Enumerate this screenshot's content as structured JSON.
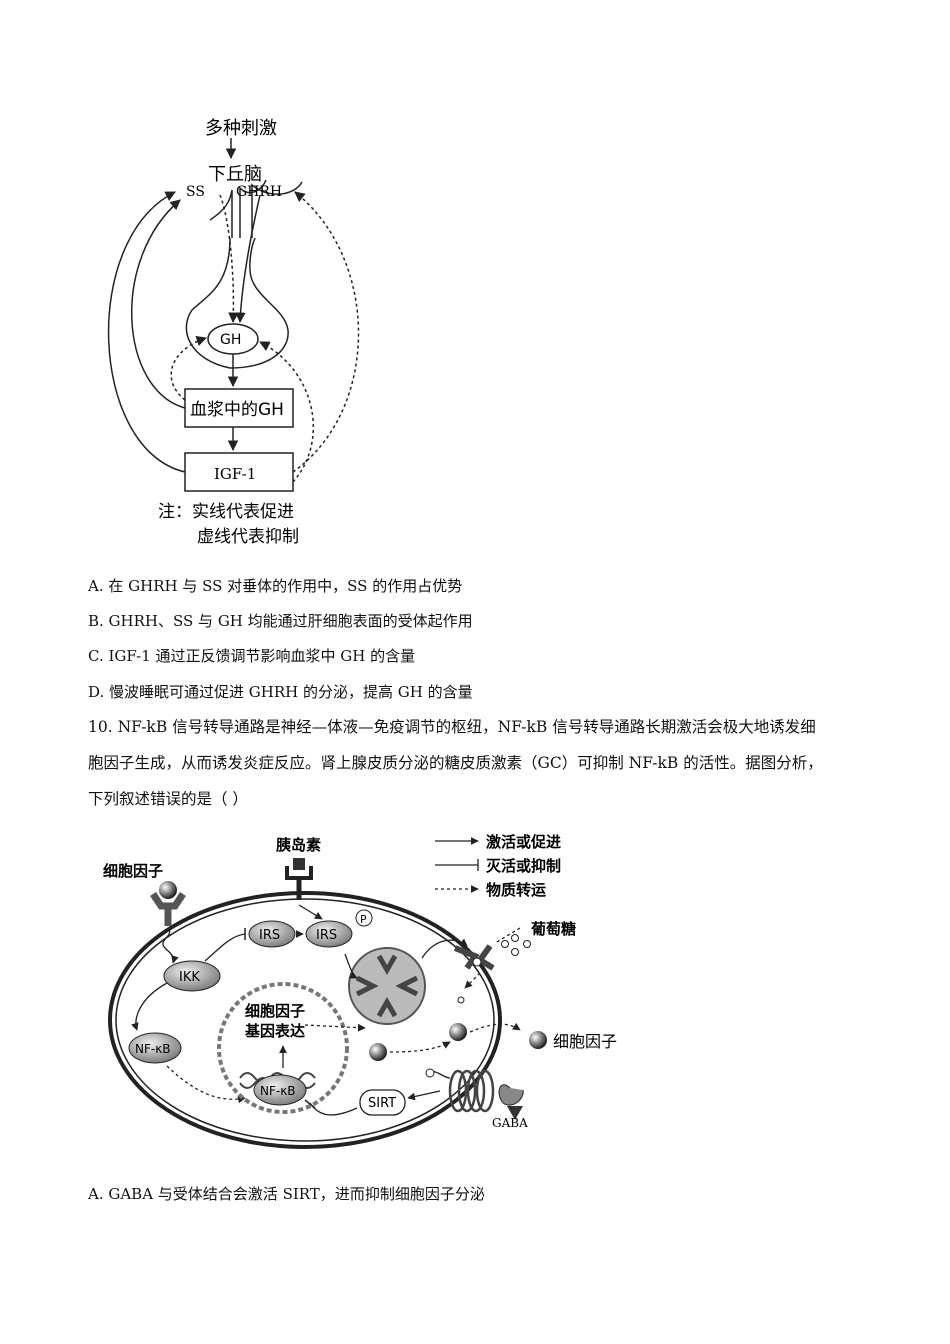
{
  "figure1": {
    "stimulus": "多种刺激",
    "hypothalamus": "下丘脑",
    "ss": "SS",
    "ghrh": "GHRH",
    "gh": "GH",
    "plasma_gh": "血浆中的GH",
    "igf1": "IGF-1",
    "note_line1": "注：实线代表促进",
    "note_line2": "虚线代表抑制"
  },
  "options_q9": [
    "A.  在 GHRH 与 SS 对垂体的作用中，SS 的作用占优势",
    "B.  GHRH、SS 与 GH 均能通过肝细胞表面的受体起作用",
    "C.  IGF-1 通过正反馈调节影响血浆中 GH 的含量",
    "D.  慢波睡眠可通过促进 GHRH 的分泌，提高 GH 的含量"
  ],
  "question10": {
    "line1": "10.  NF-kB 信号转导通路是神经—体液—免疫调节的枢纽，NF-kB 信号转导通路长期激活会极大地诱发细",
    "line2": "胞因子生成，从而诱发炎症反应。肾上腺皮质分泌的糖皮质激素（GC）可抑制 NF-kB 的活性。据图分析，",
    "line3": "下列叙述错误的是（        ）"
  },
  "figure2": {
    "insulin": "胰岛素",
    "cytokine_receptor_label": "细胞因子",
    "legend_activate": "激活或促进",
    "legend_inhibit": "灭活或抑制",
    "legend_transport": "物质转运",
    "irs1": "IRS",
    "irs2": "IRS",
    "phospho": "P",
    "glucose": "葡萄糖",
    "ikk": "IKK",
    "nfkb_cyto": "NF-κB",
    "gene_expr_line1": "细胞因子",
    "gene_expr_line2": "基因表达",
    "nfkb_nuc": "NF-κB",
    "sirt": "SIRT",
    "gaba": "GABA",
    "cytokine_out": "细胞因子"
  },
  "options_q10": [
    "A.  GABA 与受体结合会激活 SIRT，进而抑制细胞因子分泌"
  ]
}
